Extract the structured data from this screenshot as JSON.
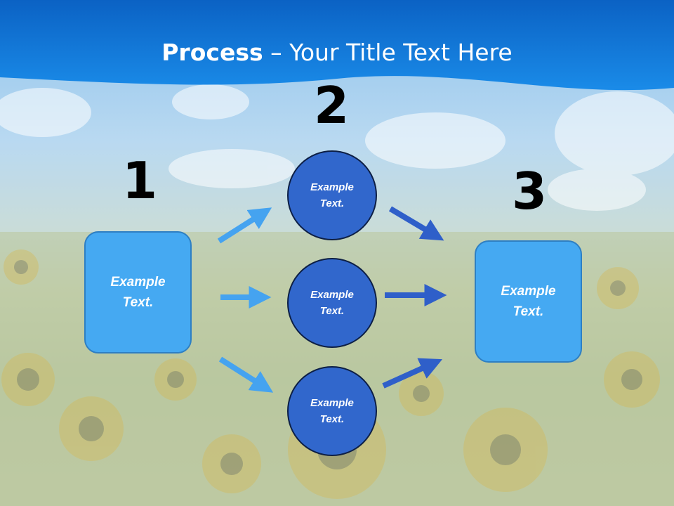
{
  "title": {
    "bold": "Process",
    "rest": " – Your Title Text Here"
  },
  "steps": [
    {
      "number": "1",
      "label": "Example Text."
    },
    {
      "number": "2",
      "items": [
        "Example Text.",
        "Example Text.",
        "Example Text."
      ]
    },
    {
      "number": "3",
      "label": "Example Text."
    }
  ],
  "colors": {
    "header": "#0a78d9",
    "box": "#45a9f2",
    "circle": "#3167cc",
    "arrow_in": "#45a3f0",
    "arrow_out": "#2f5fc9"
  }
}
